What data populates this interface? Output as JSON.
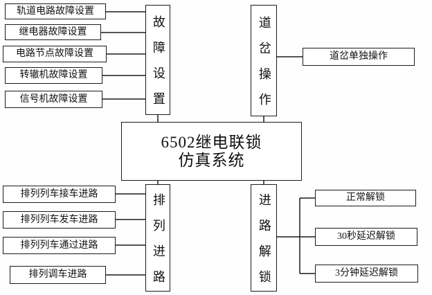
{
  "center": {
    "line1": "6502继电联锁",
    "line2": "仿真系统"
  },
  "fault": {
    "label": "故障设置",
    "items": [
      "轨道电路故障设置",
      "继电器故障设置",
      "电路节点故障设置",
      "转辙机故障设置",
      "信号机故障设置"
    ]
  },
  "switch_op": {
    "label": "道岔操作",
    "items": [
      "道岔单独操作"
    ]
  },
  "route": {
    "label": "排列进路",
    "items": [
      "排列列车接车进路",
      "排列列车发车进路",
      "排列列车通过进路",
      "排列调车进路"
    ]
  },
  "unlock": {
    "label": "进路解锁",
    "items": [
      "正常解锁",
      "30秒延迟解锁",
      "3分钟延迟解锁"
    ]
  }
}
